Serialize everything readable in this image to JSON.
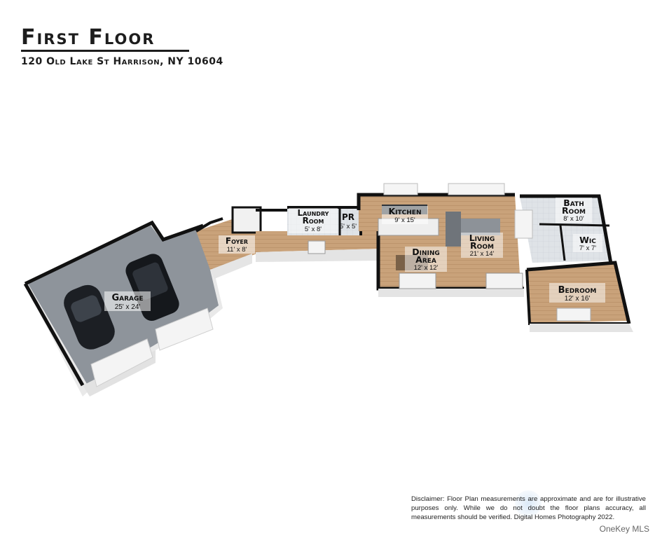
{
  "header": {
    "title": "First Floor",
    "address": "120 Old Lake St Harrison, NY 10604"
  },
  "rooms": [
    {
      "id": "garage",
      "name": "Garage",
      "dims": "25' x 24'"
    },
    {
      "id": "foyer",
      "name": "Foyer",
      "dims": "11' x 8'"
    },
    {
      "id": "laundry",
      "name_lines": [
        "Laundry",
        "Room"
      ],
      "dims": "5' x 8'"
    },
    {
      "id": "pr",
      "name": "PR",
      "dims": "5' x 5'"
    },
    {
      "id": "kitchen",
      "name": "Kitchen",
      "dims": "9' x 15'"
    },
    {
      "id": "dining",
      "name_lines": [
        "Dining",
        "Area"
      ],
      "dims": "12' x 12'"
    },
    {
      "id": "living",
      "name_lines": [
        "Living",
        "Room"
      ],
      "dims": "21' x 14'"
    },
    {
      "id": "bath",
      "name_lines": [
        "Bath",
        "Room"
      ],
      "dims": "8' x 10'"
    },
    {
      "id": "wic",
      "name": "Wic",
      "dims": "7' x 7'"
    },
    {
      "id": "bedroom",
      "name": "Bedroom",
      "dims": "12' x 16'"
    }
  ],
  "disclaimer": "Disclaimer: Floor Plan measurements are approximate and are for illustrative purposes only. While we do not doubt the floor plans accuracy, all measurements should be verified. Digital Homes Photography 2022.",
  "watermark": "OneKey MLS",
  "colors": {
    "wall": "#111111",
    "wood_floor": "#c9a27a",
    "garage_floor": "#8e949b",
    "tile_floor": "#d9dde2",
    "wall_side": "#e8e8e8"
  }
}
